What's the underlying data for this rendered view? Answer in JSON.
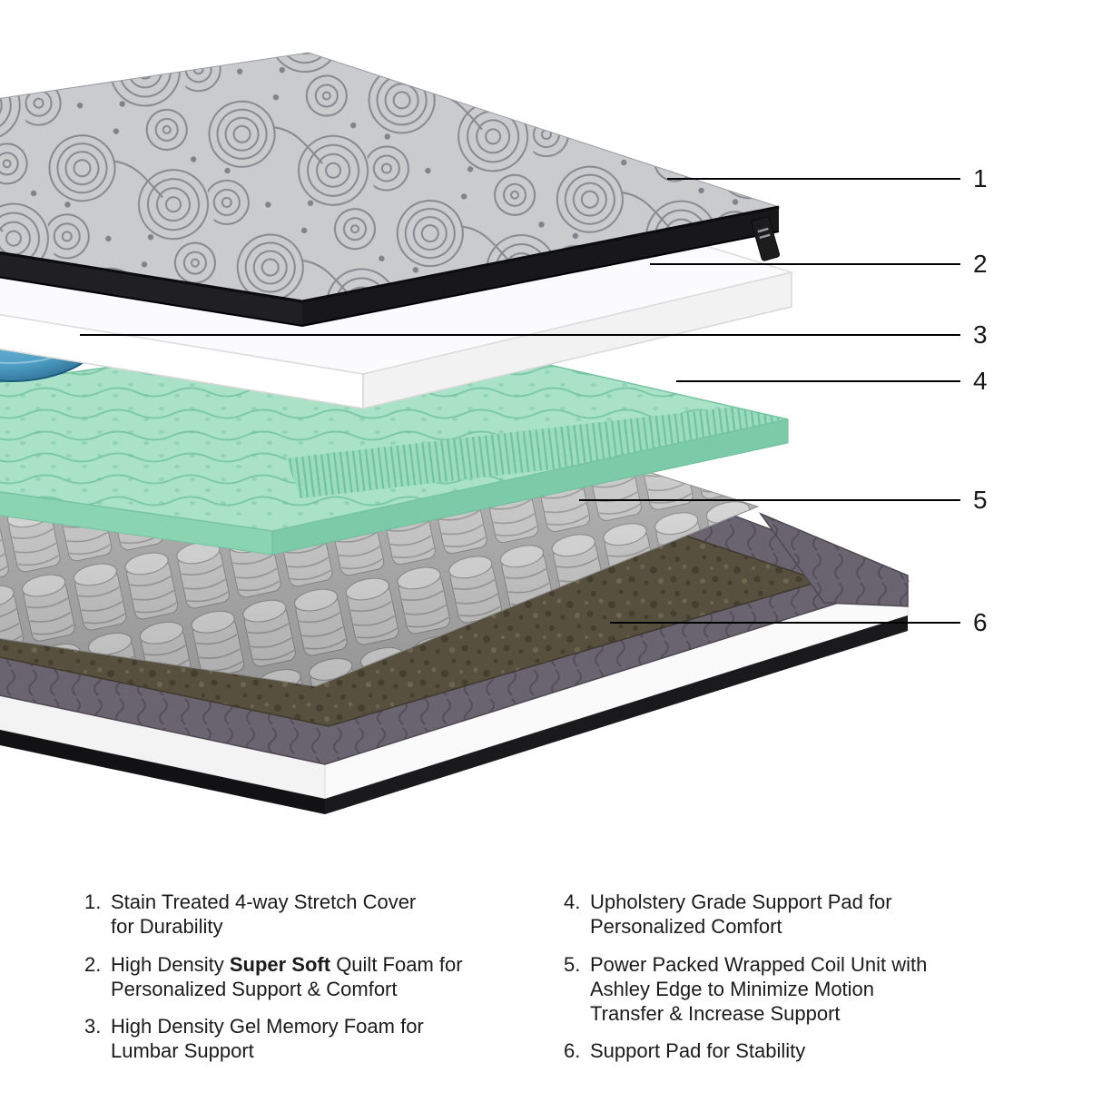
{
  "colors": {
    "cover_gray": "#cacbcd",
    "cover_pattern": "#87898e",
    "band_black": "#202023",
    "foam_white": "#fbfbfd",
    "gel_blue": "#4e9ec4",
    "memory_green": "#a9e2c7",
    "green_dark": "#6fbf9d",
    "coil_gray": "#dadada",
    "base_brown": "#57503f",
    "border_gray": "#6a6470",
    "callout_black": "#000000"
  },
  "figure": {
    "callouts": [
      {
        "num": "1"
      },
      {
        "num": "2"
      },
      {
        "num": "3"
      },
      {
        "num": "4"
      },
      {
        "num": "5"
      },
      {
        "num": "6"
      }
    ]
  },
  "legend": {
    "left": [
      {
        "num": "1.",
        "text": "Stain Treated 4-way Stretch Cover\nfor Durability"
      },
      {
        "num": "2.",
        "prefix": "High Density ",
        "bold": "Super Soft",
        "suffix": " Quilt Foam for\nPersonalized Support & Comfort"
      },
      {
        "num": "3.",
        "text": "High Density Gel Memory Foam for\nLumbar Support"
      }
    ],
    "right": [
      {
        "num": "4.",
        "text": "Upholstery Grade Support Pad for\nPersonalized Comfort"
      },
      {
        "num": "5.",
        "text": "Power Packed Wrapped Coil Unit with\nAshley Edge to Minimize Motion\nTransfer & Increase Support"
      },
      {
        "num": "6.",
        "text": "Support Pad for Stability"
      }
    ]
  }
}
